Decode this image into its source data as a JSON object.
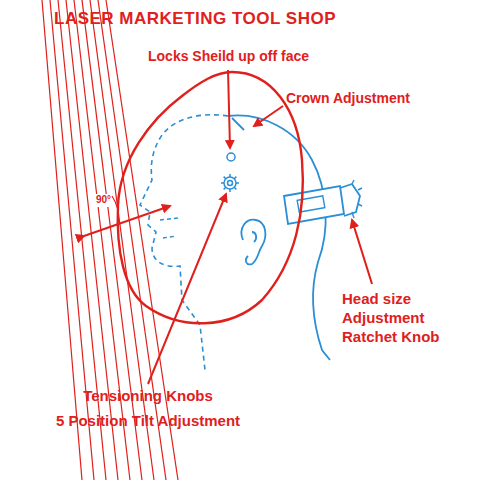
{
  "diagram": {
    "title": "LASER MARKETING TOOL SHOP",
    "labels": [
      "Locks Sheild up off face",
      "Crown Adjustment",
      "Head size Adjustment Ratchet Knob",
      "Tensioning Knobs",
      "5 Position Tilt Adjustment",
      "90°"
    ]
  }
}
